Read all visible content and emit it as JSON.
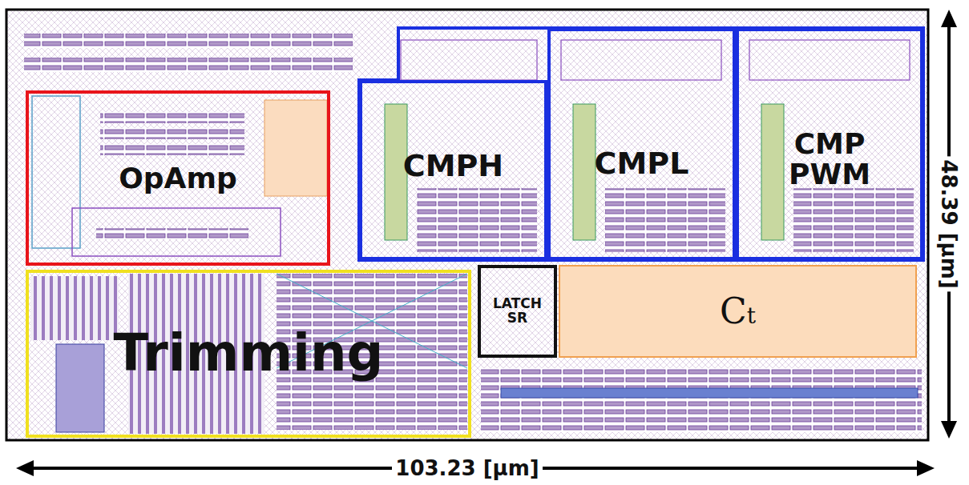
{
  "diagram": {
    "nodes": [
      {
        "text": [
          "OpAmp"
        ]
      },
      {
        "text": [
          "CMPH"
        ]
      },
      {
        "text": [
          "CMPL"
        ]
      },
      {
        "text": [
          "CMP PWM"
        ]
      },
      {
        "text": [
          "Trimming"
        ]
      },
      {
        "text": [
          "LATCH SR"
        ]
      },
      {
        "text": [
          "Ct"
        ]
      }
    ],
    "labels": [
      "103.23 [µm]",
      "48.39 [µm]"
    ]
  }
}
